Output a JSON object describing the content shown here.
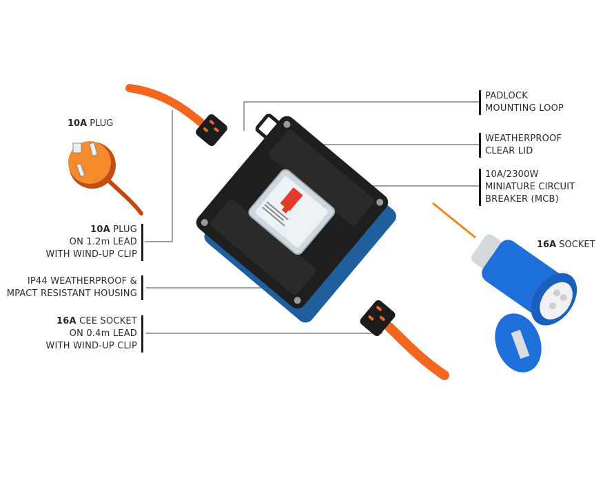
{
  "colors": {
    "cable_orange": "#f2661e",
    "housing_black": "#1e1e1e",
    "housing_blue": "#1f5f9e",
    "socket_blue": "#1e6fd9",
    "leader_line": "#555555",
    "label_text": "#2a2a2a"
  },
  "products": {
    "plug": {
      "caption_bold": "10A",
      "caption_rest": " PLUG"
    },
    "socket": {
      "caption_bold": "16A",
      "caption_rest": " SOCKET"
    }
  },
  "callouts_left": [
    {
      "lines": [
        {
          "bold": "10A",
          "text": " PLUG"
        },
        {
          "bold": "",
          "text": "ON 1.2m LEAD"
        },
        {
          "bold": "",
          "text": "WITH WIND-UP CLIP"
        }
      ]
    },
    {
      "lines": [
        {
          "bold": "",
          "text": "IP44 WEATHERPROOF &"
        },
        {
          "bold": "",
          "text": "MPACT RESISTANT HOUSING"
        }
      ]
    },
    {
      "lines": [
        {
          "bold": "16A",
          "text": " CEE SOCKET"
        },
        {
          "bold": "",
          "text": "ON 0.4m LEAD"
        },
        {
          "bold": "",
          "text": "WITH WIND-UP CLIP"
        }
      ]
    }
  ],
  "callouts_right": [
    {
      "lines": [
        {
          "text": "PADLOCK"
        },
        {
          "text": "MOUNTING LOOP"
        }
      ]
    },
    {
      "lines": [
        {
          "text": "WEATHERPROOF"
        },
        {
          "text": "CLEAR LID"
        }
      ]
    },
    {
      "lines": [
        {
          "text": "10A/2300W"
        },
        {
          "text": "MINIATURE CIRCUIT"
        },
        {
          "text": "BREAKER (MCB)"
        }
      ]
    }
  ]
}
